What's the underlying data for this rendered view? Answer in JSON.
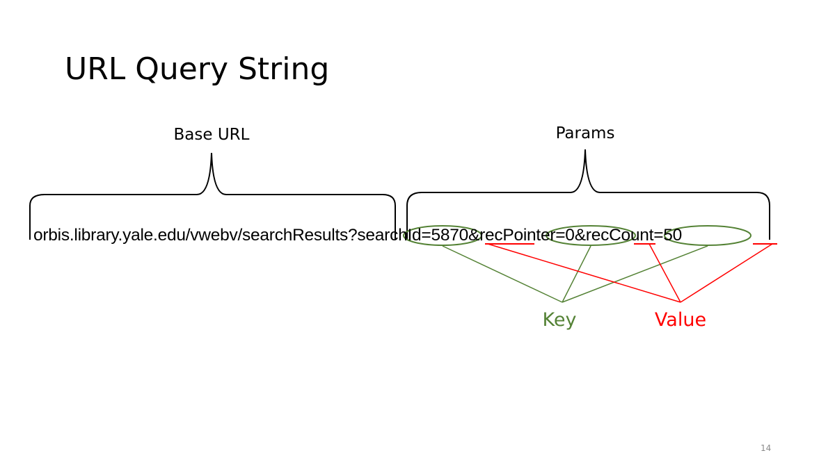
{
  "slide": {
    "title": "URL Query String",
    "page_number": "14"
  },
  "diagram": {
    "base_label": "Base URL",
    "params_label": "Params",
    "url": {
      "base": "orbis.library.yale.edu/vwebv/searchResults",
      "question": "?",
      "params": [
        {
          "key": "searchId",
          "eq": "=",
          "value": "5870",
          "sep": "&"
        },
        {
          "key": "recPointer",
          "eq": "=",
          "value": "0",
          "sep": "&"
        },
        {
          "key": "recCount",
          "eq": "=",
          "value": "50",
          "sep": ""
        }
      ]
    },
    "key_label": "Key",
    "value_label": "Value",
    "colors": {
      "key": "#548235",
      "value": "#ff0000",
      "text": "#000000",
      "page_number": "#8a8a8a"
    }
  }
}
